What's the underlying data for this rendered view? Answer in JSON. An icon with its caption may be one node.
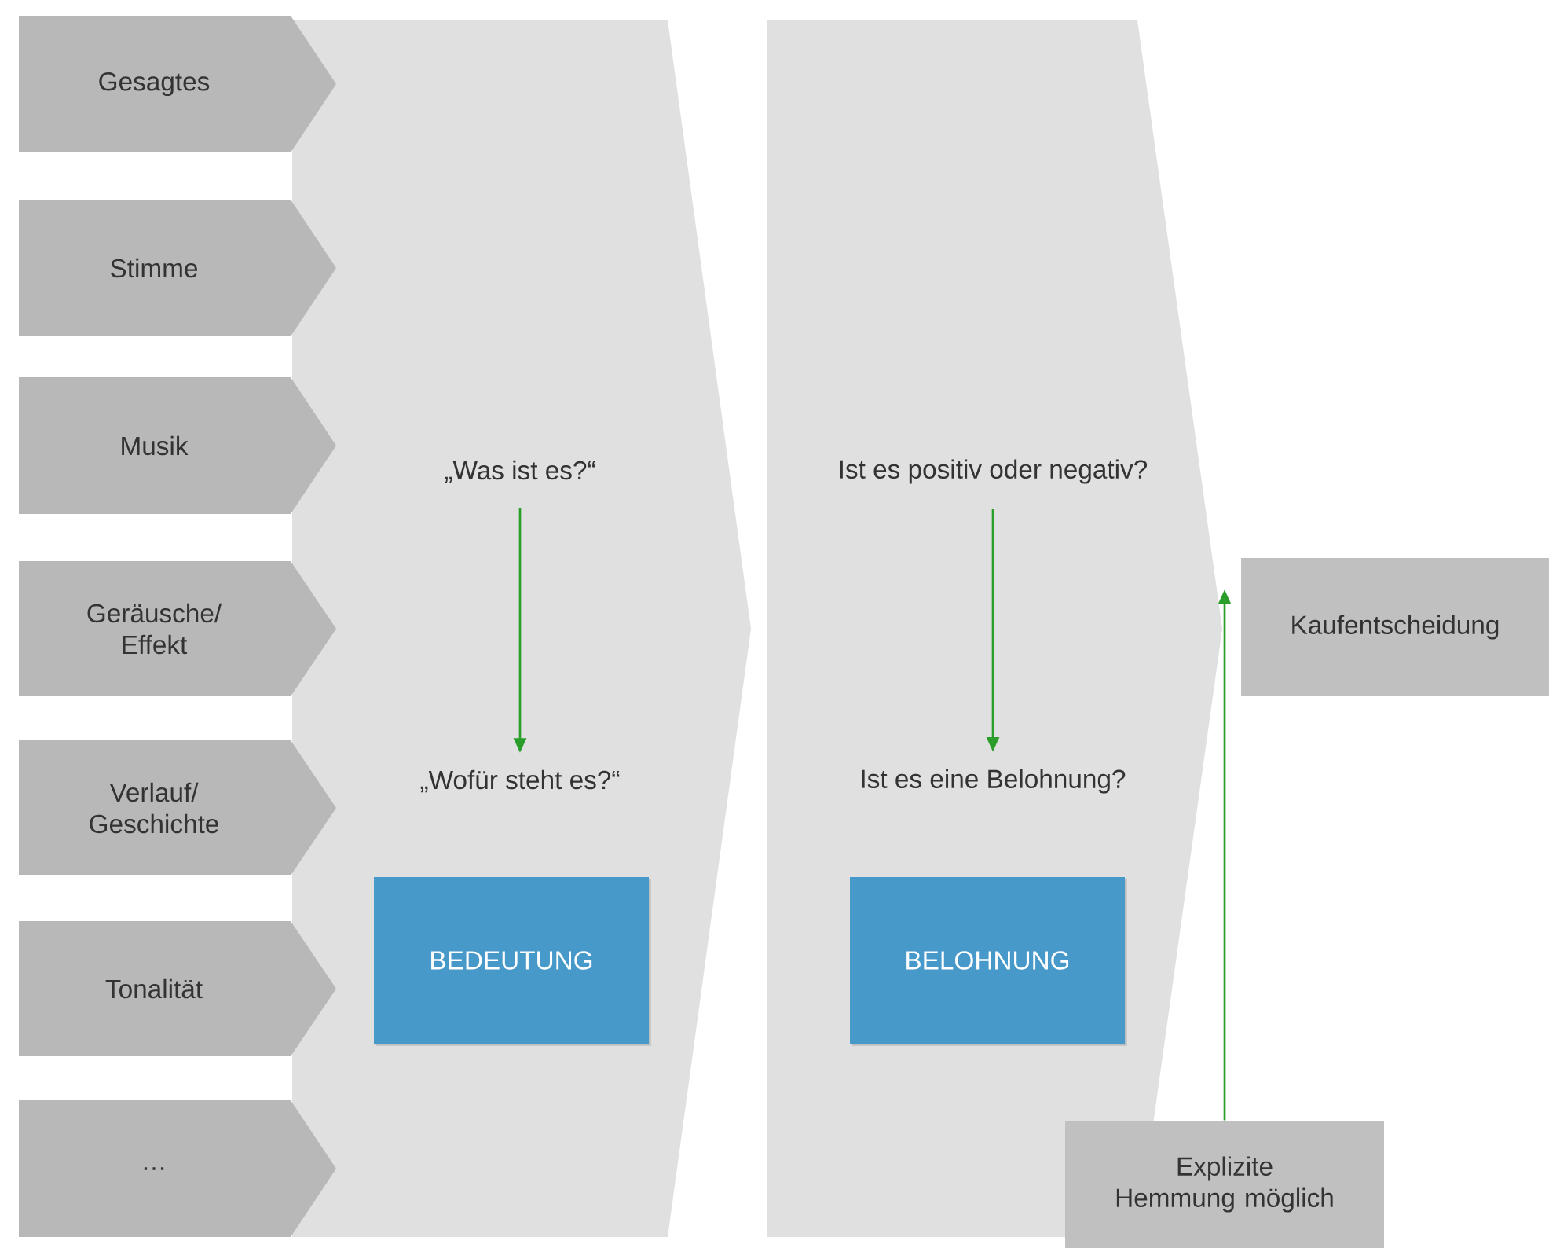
{
  "diagram": {
    "nodes": [
      {
        "text": [
          "Gesagtes"
        ]
      },
      {
        "text": [
          "Stimme"
        ]
      },
      {
        "text": [
          "Musik"
        ]
      },
      {
        "text": [
          "Geräusche/ Effekt"
        ]
      },
      {
        "text": [
          "Verlauf/ Geschichte"
        ]
      },
      {
        "text": [
          "Tonalität"
        ]
      },
      {
        "text": [
          "…"
        ]
      },
      {
        "text": [],
        "shape": "chevron"
      },
      {
        "text": [
          "„Was ist es?“"
        ],
        "in": 7
      },
      {
        "text": [
          "„Wofür steht es?“"
        ],
        "in": 7
      },
      {
        "text": [
          "BEDEUTUNG"
        ],
        "in": 7
      },
      {
        "text": [],
        "shape": "chevron"
      },
      {
        "text": [
          "Ist es positiv oder negativ?"
        ],
        "in": 11
      },
      {
        "text": [
          "Ist es eine Belohnung?"
        ],
        "in": 11
      },
      {
        "text": [
          "BELOHNUNG"
        ],
        "in": 11
      },
      {
        "text": [
          "Kaufentscheidung"
        ]
      },
      {
        "text": [
          "Explizite Hemmung möglich"
        ]
      }
    ],
    "edges": [
      {
        "from": 8,
        "to": 9,
        "arrow": "to"
      },
      {
        "from": 12,
        "to": 13,
        "arrow": "to"
      },
      {
        "from": 16,
        "to": 11,
        "arrow": "to"
      }
    ]
  }
}
